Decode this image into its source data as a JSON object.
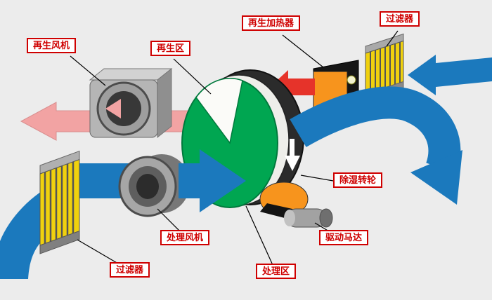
{
  "labels": {
    "regen_fan": "再生风机",
    "regen_zone": "再生区",
    "regen_heater": "再生加热器",
    "filter_top": "过滤器",
    "wheel": "除湿转轮",
    "motor": "驱动马达",
    "process_fan": "处理风机",
    "process_zone": "处理区",
    "filter_bottom": "过滤器"
  },
  "colors": {
    "background": "#ececec",
    "blue": "#1b79bd",
    "pink": "#f2a3a3",
    "red": "#e6332a",
    "green": "#00a651",
    "orange": "#f7941d",
    "yellow": "#f0d10e",
    "dark": "#2b2b2b",
    "label_red": "#cf0000"
  }
}
